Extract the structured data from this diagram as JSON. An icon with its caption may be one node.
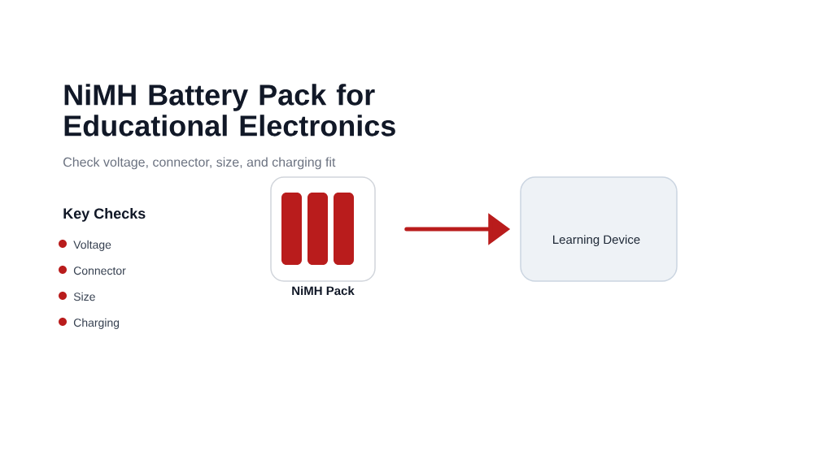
{
  "diagram": {
    "title": "NiMH Battery Pack for Educational Electronics",
    "nodes": [
      {
        "text": [
          "NiMH Pack"
        ]
      },
      {
        "text": [
          "Learning Device"
        ]
      }
    ],
    "edges": [
      {
        "from": 0,
        "to": 1,
        "arrow": "to"
      }
    ],
    "labels": [
      "Check voltage, connector, size, and charging fit",
      "Key Checks",
      "Voltage",
      "Connector",
      "Size",
      "Charging"
    ]
  }
}
